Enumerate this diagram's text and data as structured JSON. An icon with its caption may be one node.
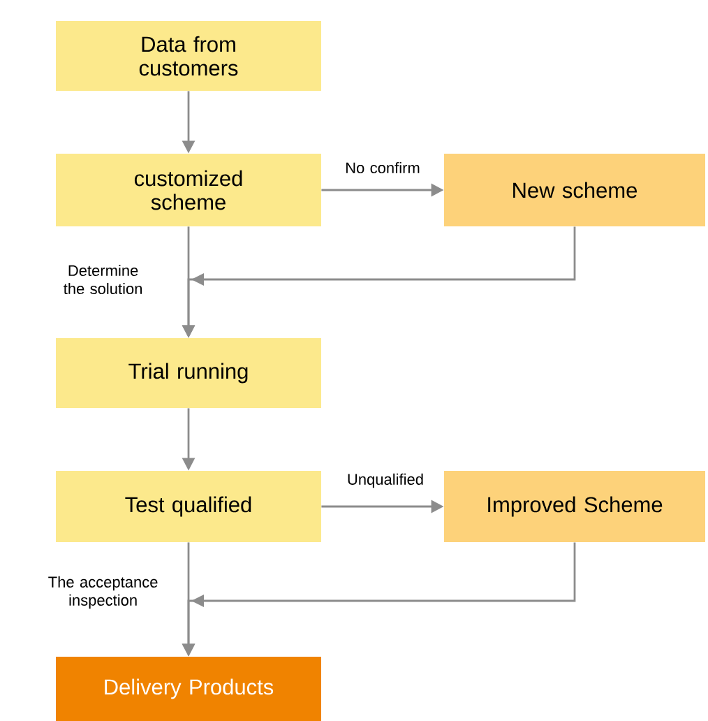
{
  "diagram": {
    "nodes": [
      {
        "text": [
          "Data from customers"
        ]
      },
      {
        "text": [
          "customized scheme"
        ]
      },
      {
        "text": [
          "New scheme"
        ]
      },
      {
        "text": [
          "Trial running"
        ]
      },
      {
        "text": [
          "Test qualified"
        ]
      },
      {
        "text": [
          "Improved Scheme"
        ]
      },
      {
        "text": [
          "Delivery Products"
        ]
      }
    ],
    "edges": [
      {
        "from": 0,
        "to": 1,
        "arrow": "to"
      },
      {
        "from": 1,
        "to": 2,
        "arrow": "to",
        "label": "No confirm"
      },
      {
        "from": 2,
        "to": 3,
        "arrow": "to"
      },
      {
        "from": 1,
        "to": 3,
        "arrow": "to",
        "label": "Determine the solution"
      },
      {
        "from": 3,
        "to": 4,
        "arrow": "to"
      },
      {
        "from": 4,
        "to": 5,
        "arrow": "to",
        "label": "Unqualified"
      },
      {
        "from": 5,
        "to": 6,
        "arrow": "to"
      },
      {
        "from": 4,
        "to": 6,
        "arrow": "to",
        "label": "The acceptance inspection"
      }
    ]
  }
}
